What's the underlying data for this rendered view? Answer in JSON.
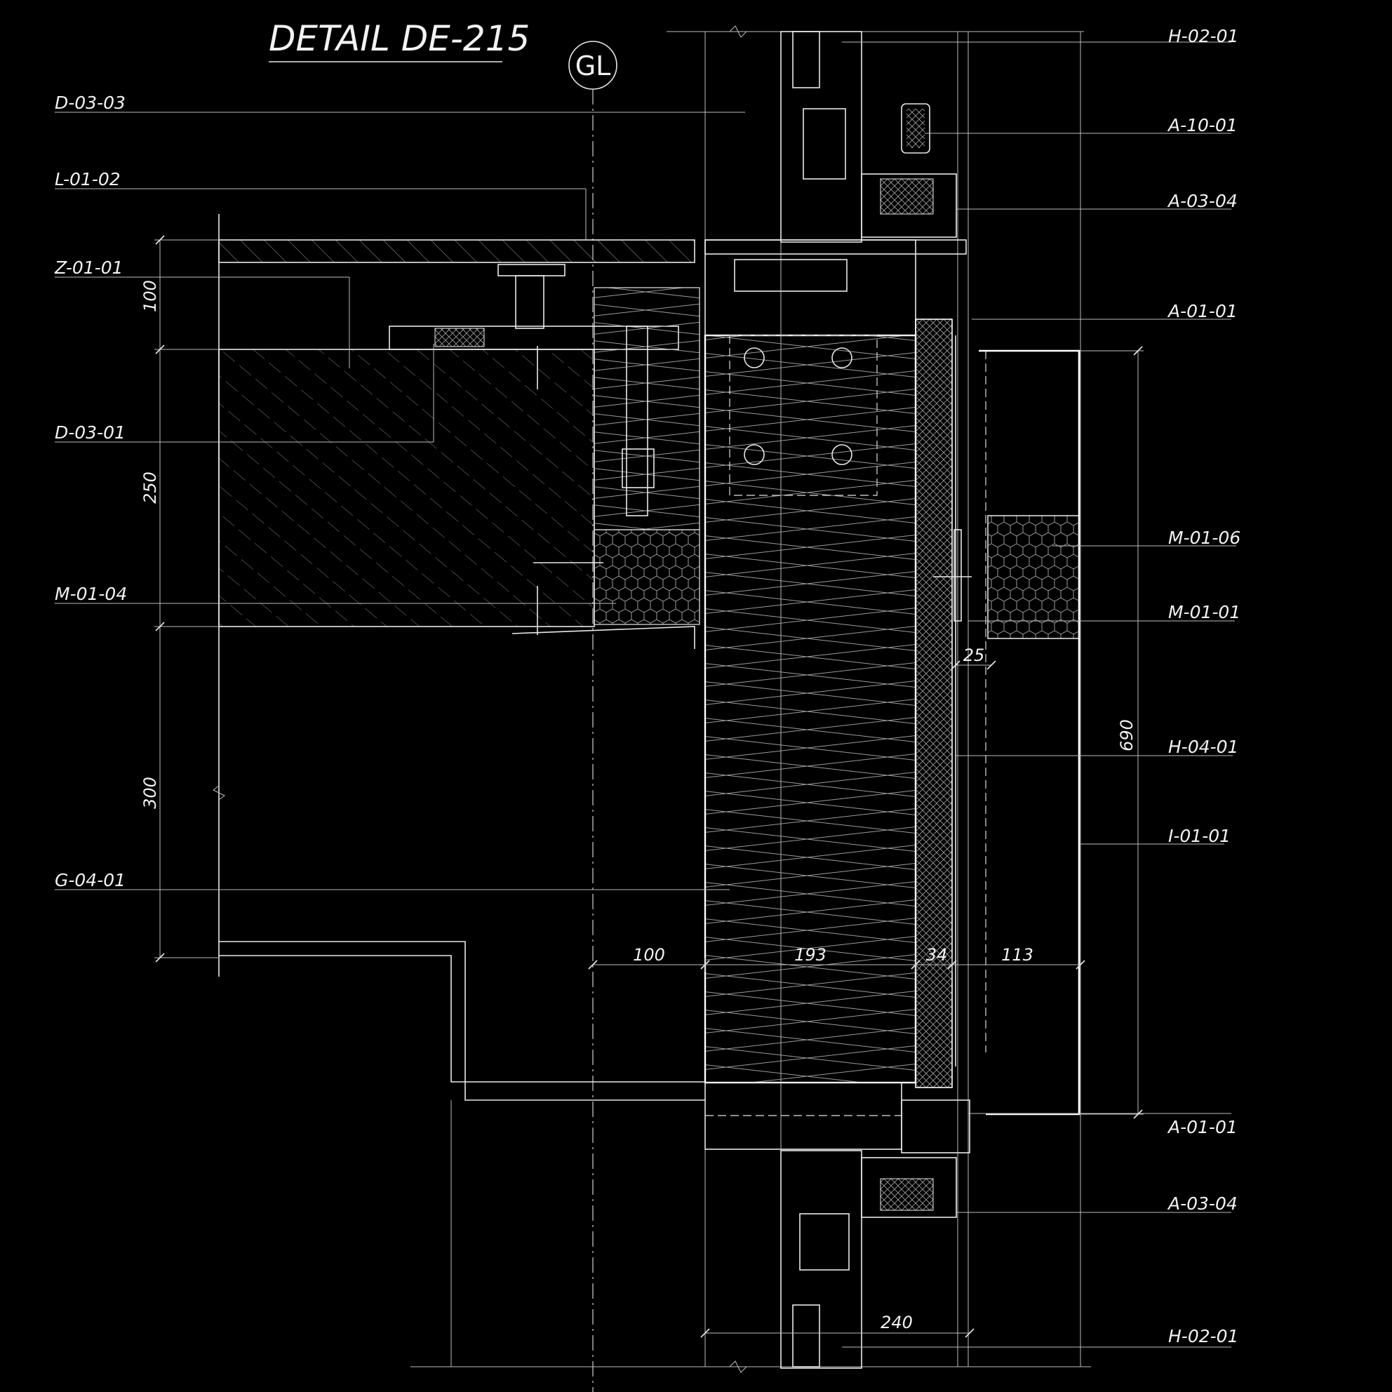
{
  "title": "DETAIL DE-215",
  "grid_label": "GL",
  "labels_left": [
    "D-03-03",
    "L-01-02",
    "Z-01-01",
    "D-03-01",
    "M-01-04",
    "G-04-01"
  ],
  "labels_right": [
    "H-02-01",
    "A-10-01",
    "A-03-04",
    "A-01-01",
    "M-01-06",
    "M-01-01",
    "H-04-01",
    "I-01-01",
    "A-01-01",
    "A-03-04",
    "H-02-01"
  ],
  "dimensions": {
    "left_vertical": [
      "100",
      "250",
      "300"
    ],
    "bottom_horizontal": [
      "100",
      "193",
      "34",
      "113"
    ],
    "frame_width": "240",
    "right_vertical": "690",
    "gap": "25"
  },
  "colors": {
    "background": "#000000",
    "line": "#e8e8e8"
  }
}
